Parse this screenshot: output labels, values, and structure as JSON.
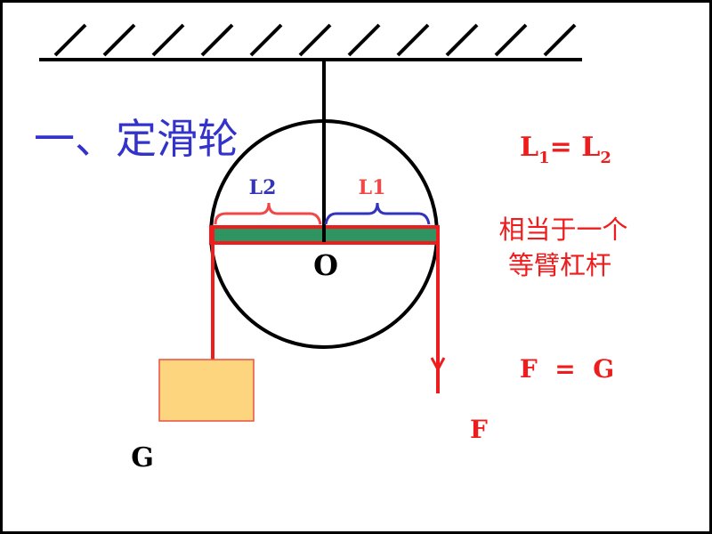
{
  "title": "一、定滑轮",
  "labels": {
    "l1": "L1",
    "l2": "L2",
    "pivot": "O",
    "weight": "G",
    "force": "F"
  },
  "equation_l": {
    "l": "L",
    "sub1": "1",
    "eq": "= L",
    "sub2": "2"
  },
  "description_line1": "相当于一个",
  "description_line2": "等臂杠杆",
  "equation_f": "F  =  G",
  "colors": {
    "red": "#ee1c1c",
    "blue": "#3333bb",
    "green": "#2e9462",
    "box": "#fdd57e",
    "title": "#3333cc"
  }
}
